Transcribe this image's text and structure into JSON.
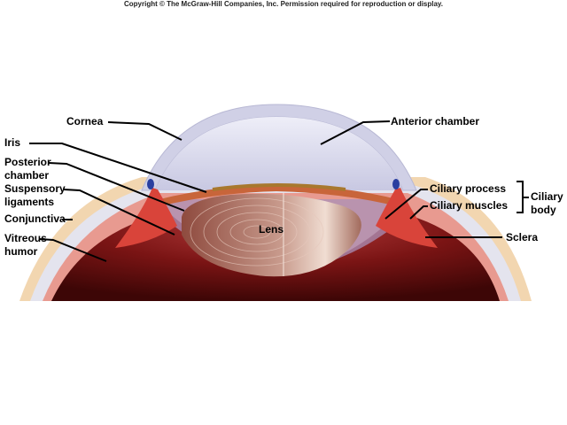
{
  "copyright": "Copyright © The McGraw-Hill Companies, Inc. Permission required for reproduction or display.",
  "labels": {
    "cornea": "Cornea",
    "anterior_chamber": "Anterior chamber",
    "iris": "Iris",
    "posterior_chamber_1": "Posterior",
    "posterior_chamber_2": "chamber",
    "suspensory_1": "Suspensory",
    "suspensory_2": "ligaments",
    "conjunctiva": "Conjunctiva",
    "vitreous_1": "Vitreous",
    "vitreous_2": "humor",
    "lens": "Lens",
    "ciliary_process": "Ciliary process",
    "ciliary_muscles": "Ciliary muscles",
    "ciliary_body_1": "Ciliary",
    "ciliary_body_2": "body",
    "sclera": "Sclera"
  },
  "colors": {
    "vitreous": "#7a1414",
    "cornea": "#d8d8ec",
    "muscle": "#d9443a",
    "lens": "#b98a7c"
  }
}
